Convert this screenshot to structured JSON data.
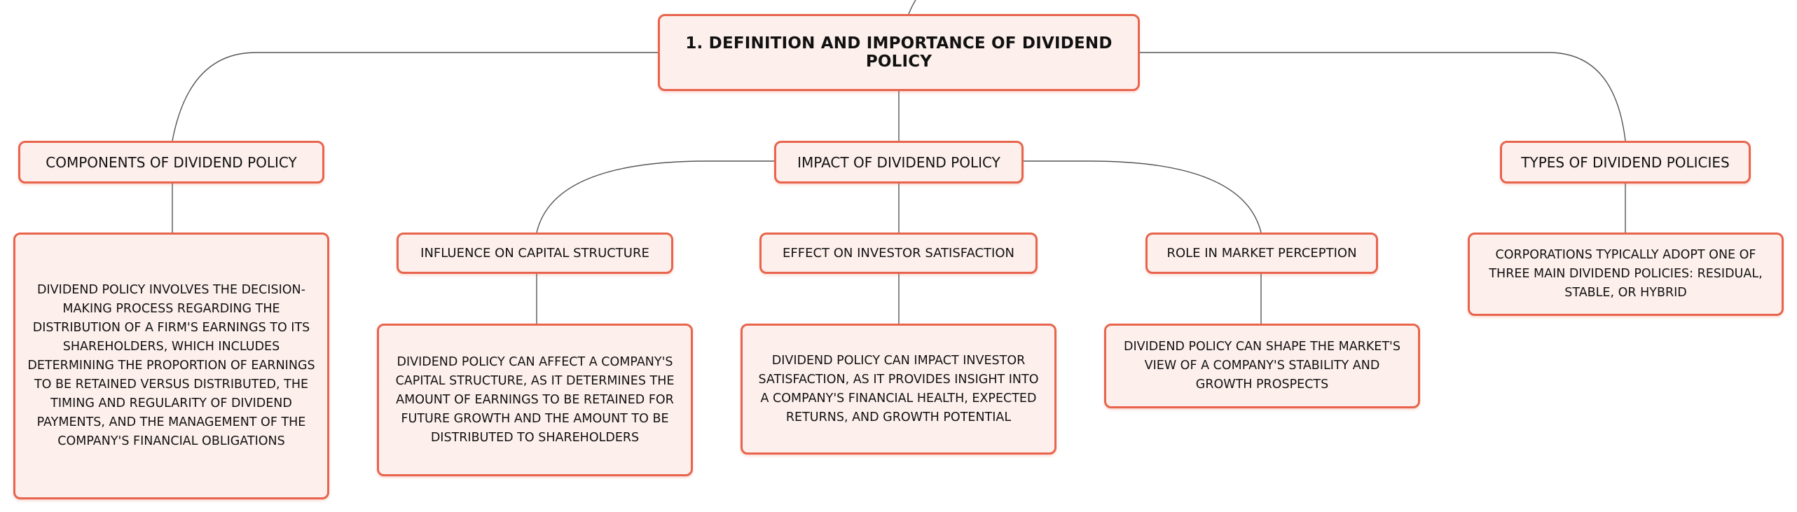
{
  "root": {
    "title": "1. Definition and Importance of Dividend Policy"
  },
  "branches": {
    "components": {
      "title": "Components of Dividend Policy",
      "detail": "Dividend policy involves the decision-making process regarding the distribution of a firm's earnings to its shareholders, which includes determining the proportion of earnings to be retained versus distributed, the timing and regularity of dividend payments, and the management of the company's financial obligations"
    },
    "impact": {
      "title": "Impact of Dividend Policy",
      "children": {
        "capital": {
          "title": "Influence on Capital Structure",
          "detail": "Dividend policy can affect a company's capital structure, as it determines the amount of earnings to be retained for future growth and the amount to be distributed to shareholders"
        },
        "investor": {
          "title": "Effect on Investor Satisfaction",
          "detail": "Dividend policy can impact investor satisfaction, as it provides insight into a company's financial health, expected returns, and growth potential"
        },
        "market": {
          "title": "Role in Market Perception",
          "detail": "Dividend policy can shape the market's view of a company's stability and growth prospects"
        }
      }
    },
    "types": {
      "title": "Types of Dividend Policies",
      "detail": "Corporations typically adopt one of three main dividend policies: residual, stable, or hybrid"
    }
  },
  "colors": {
    "node_border": "#e8644c",
    "node_fill": "#fdf0ec",
    "connector": "#555555"
  }
}
